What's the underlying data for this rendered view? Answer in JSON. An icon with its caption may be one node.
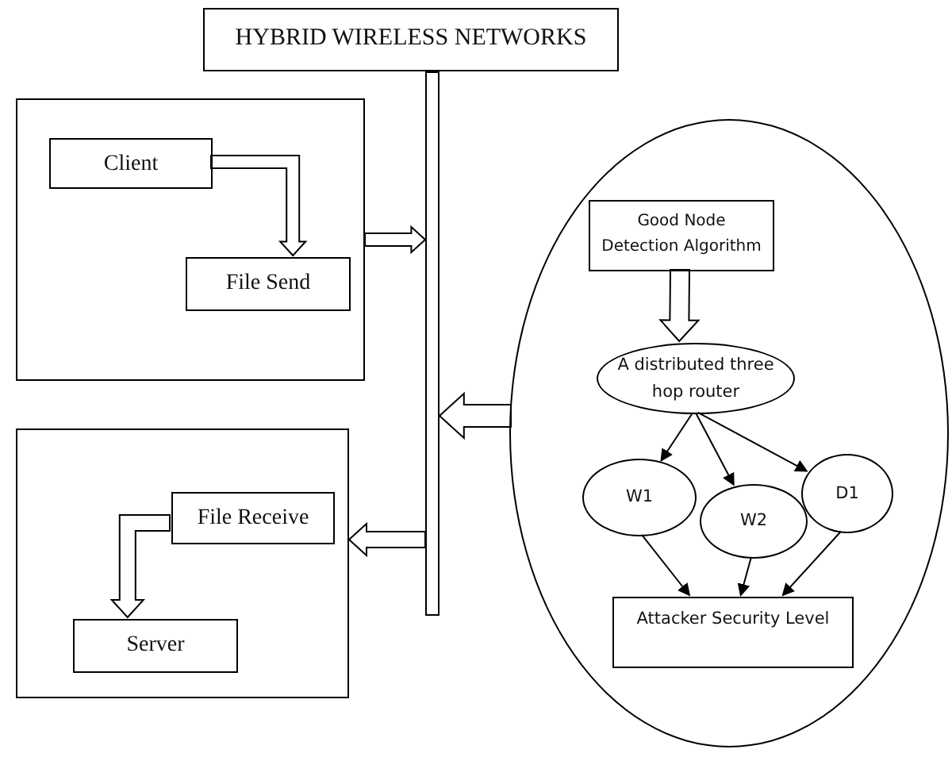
{
  "diagram": {
    "nodes": [
      {
        "text": [
          "HYBRID WIRELESS NETWORKS"
        ]
      },
      {
        "text": [],
        "shape": "bar"
      },
      {
        "text": [],
        "shape": "box"
      },
      {
        "text": [
          "Client"
        ],
        "in": 2
      },
      {
        "text": [
          "File Send"
        ],
        "in": 2
      },
      {
        "text": [],
        "shape": "box"
      },
      {
        "text": [
          "File Receive"
        ],
        "in": 5
      },
      {
        "text": [
          "Server"
        ],
        "in": 5
      },
      {
        "text": [],
        "shape": "ellipse"
      },
      {
        "text": [
          "Good Node Detection Algorithm"
        ],
        "in": 8
      },
      {
        "text": [
          "A distributed three hop router"
        ],
        "in": 8
      },
      {
        "text": [
          "W1"
        ],
        "in": 8
      },
      {
        "text": [
          "W2"
        ],
        "in": 8
      },
      {
        "text": [
          "D1"
        ],
        "in": 8
      },
      {
        "text": [
          "Attacker Security Level"
        ],
        "in": 8
      }
    ],
    "edges": [
      {
        "from": 3,
        "to": 4,
        "arrow": "to",
        "style": "thick"
      },
      {
        "from": 2,
        "to": 1,
        "arrow": "to",
        "style": "thick"
      },
      {
        "from": 8,
        "to": 1,
        "arrow": "to",
        "style": "thick"
      },
      {
        "from": 1,
        "to": 5,
        "arrow": "to",
        "style": "thick"
      },
      {
        "from": 6,
        "to": 7,
        "arrow": "to",
        "style": "thick"
      },
      {
        "from": 9,
        "to": 10,
        "arrow": "to",
        "style": "thick"
      },
      {
        "from": 10,
        "to": 11,
        "arrow": "to"
      },
      {
        "from": 10,
        "to": 12,
        "arrow": "to"
      },
      {
        "from": 10,
        "to": 13,
        "arrow": "to"
      },
      {
        "from": 11,
        "to": 14,
        "arrow": "to"
      },
      {
        "from": 12,
        "to": 14,
        "arrow": "to"
      },
      {
        "from": 13,
        "to": 14,
        "arrow": "to"
      }
    ]
  }
}
